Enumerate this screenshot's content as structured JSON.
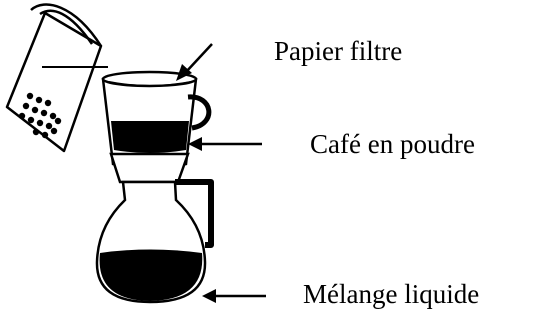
{
  "labels": {
    "filter_paper": "Papier filtre",
    "ground_coffee": "Café en poudre",
    "liquid_mixture": "Mélange liquide"
  }
}
